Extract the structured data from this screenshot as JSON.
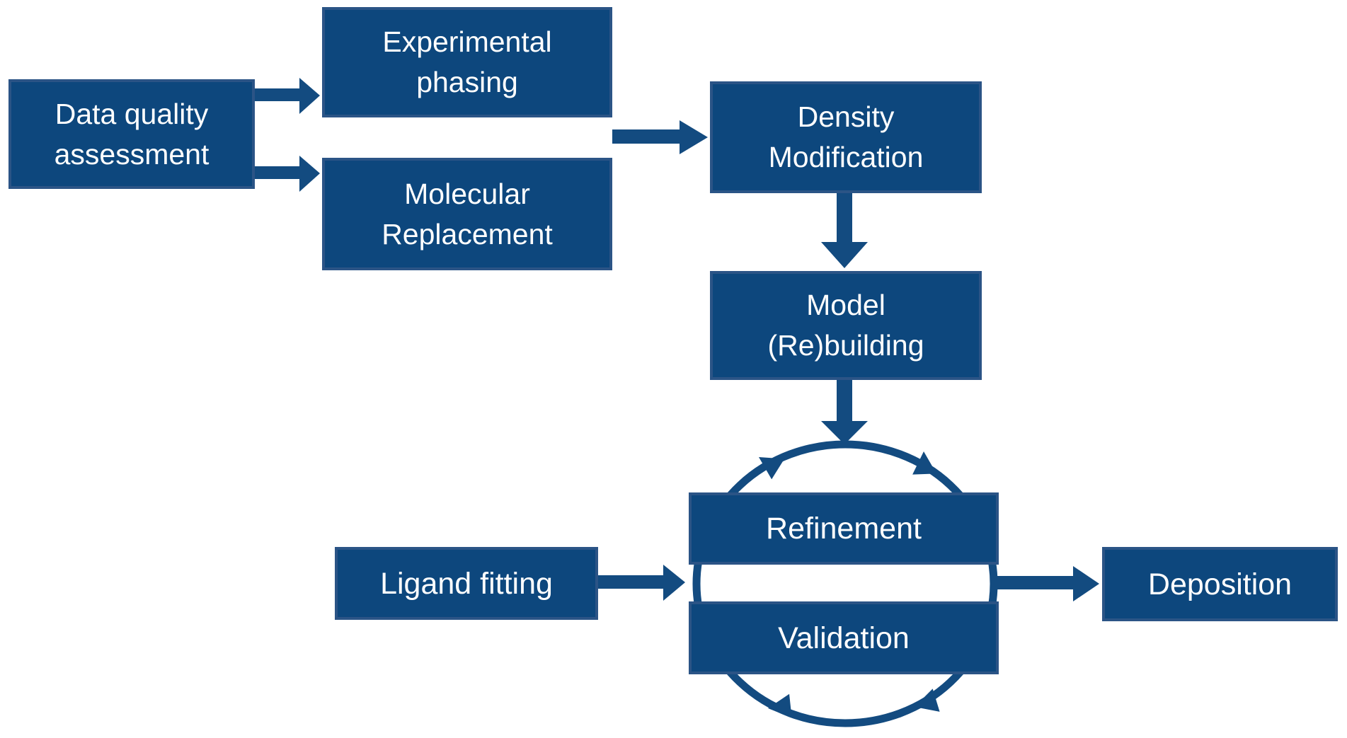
{
  "canvas": {
    "background": "#ffffff"
  },
  "colors": {
    "box_fill": "#0d477d",
    "box_border": "#2b5486",
    "arrow": "#134b80",
    "cycle_ring": "#134b80",
    "text": "#ffffff"
  },
  "nodes": {
    "data_quality": {
      "lines": [
        "Data quality",
        "assessment"
      ]
    },
    "experimental_phasing": {
      "lines": [
        "Experimental",
        "phasing"
      ]
    },
    "molecular_replacement": {
      "lines": [
        "Molecular",
        "Replacement"
      ]
    },
    "density_modification": {
      "lines": [
        "Density",
        "Modification"
      ]
    },
    "model_rebuilding": {
      "lines": [
        "Model",
        "(Re)building"
      ]
    },
    "refinement": {
      "label": "Refinement"
    },
    "validation": {
      "label": "Validation"
    },
    "ligand_fitting": {
      "label": "Ligand fitting"
    },
    "deposition": {
      "label": "Deposition"
    }
  },
  "edges": [
    {
      "from": "Data quality assessment",
      "to": "Experimental phasing"
    },
    {
      "from": "Data quality assessment",
      "to": "Molecular Replacement"
    },
    {
      "from": "Experimental phasing / Molecular Replacement",
      "to": "Density Modification"
    },
    {
      "from": "Density Modification",
      "to": "Model (Re)building"
    },
    {
      "from": "Model (Re)building",
      "to": "Refinement / Validation cycle"
    },
    {
      "from": "Ligand fitting",
      "to": "Refinement / Validation cycle"
    },
    {
      "from": "Refinement / Validation cycle",
      "to": "Deposition"
    }
  ],
  "cycle": {
    "type": "iterative-loop",
    "between": [
      "Refinement",
      "Validation"
    ]
  }
}
